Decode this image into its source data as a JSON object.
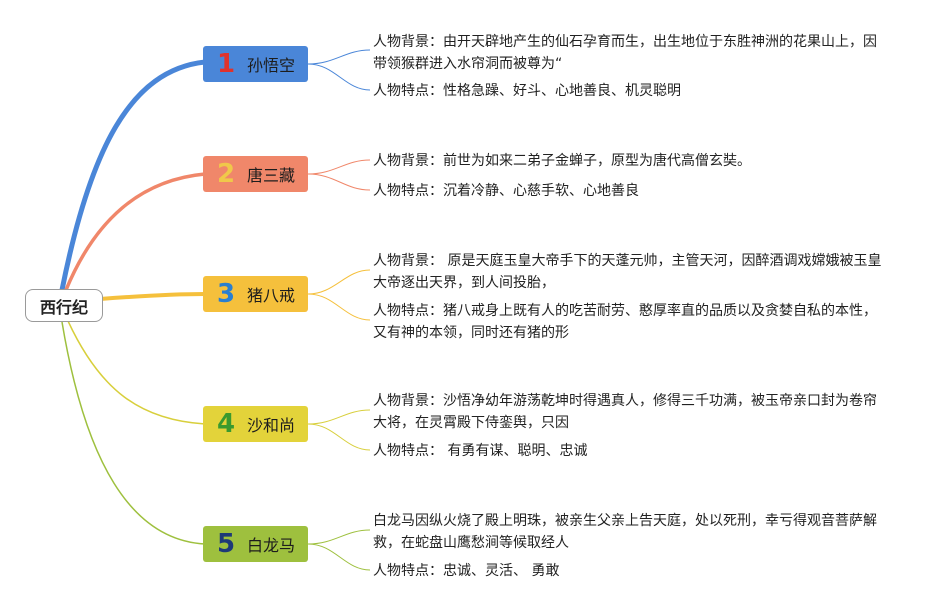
{
  "root": {
    "label": "西行纪"
  },
  "branches": [
    {
      "number": "1",
      "name": "孙悟空",
      "bg": "#4a86d8",
      "numColor": "#e0322c",
      "line": "#4a86d8",
      "details": [
        "人物背景：由开天辟地产生的仙石孕育而生，出生地位于东胜神洲的花果山上，因带领猴群进入水帘洞而被尊为“",
        "人物特点：性格急躁、好斗、心地善良、机灵聪明"
      ]
    },
    {
      "number": "2",
      "name": "唐三藏",
      "bg": "#f0876a",
      "numColor": "#f0c84a",
      "line": "#f0876a",
      "details": [
        "人物背景：前世为如来二弟子金蝉子，原型为唐代高僧玄奘。",
        "人物特点：沉着冷静、心慈手软、心地善良"
      ]
    },
    {
      "number": "3",
      "name": "猪八戒",
      "bg": "#f5c03c",
      "numColor": "#2a7fd0",
      "line": "#f5c03c",
      "details": [
        "人物背景： 原是天庭玉皇大帝手下的天蓬元帅，主管天河，因醉酒调戏嫦娥被玉皇大帝逐出天界，到人间投胎，",
        "人物特点：猪八戒身上既有人的吃苦耐劳、憨厚率直的品质以及贪婪自私的本性，又有神的本领，同时还有猪的形"
      ]
    },
    {
      "number": "4",
      "name": "沙和尚",
      "bg": "#e3d33a",
      "numColor": "#3a9a2e",
      "line": "#d8cf3c",
      "details": [
        "人物背景：沙悟净幼年游荡乾坤时得遇真人，修得三千功满，被玉帝亲口封为卷帘大将，在灵霄殿下侍銮舆，只因",
        "人物特点： 有勇有谋、聪明、忠诚"
      ]
    },
    {
      "number": "5",
      "name": "白龙马",
      "bg": "#9ec03e",
      "numColor": "#1e3a78",
      "line": "#9ec03e",
      "details": [
        "白龙马因纵火烧了殿上明珠，被亲生父亲上告天庭，处以死刑，幸亏得观音菩萨解救，在蛇盘山鹰愁涧等候取经人",
        "人物特点：忠诚、灵活、 勇敢"
      ]
    }
  ]
}
